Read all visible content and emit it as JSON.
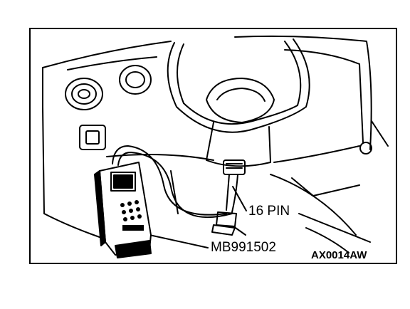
{
  "labels": {
    "connector": "16 PIN",
    "tool_part_number": "MB991502",
    "figure_code": "AX0014AW"
  },
  "colors": {
    "ink": "#000000",
    "background": "#ffffff"
  }
}
